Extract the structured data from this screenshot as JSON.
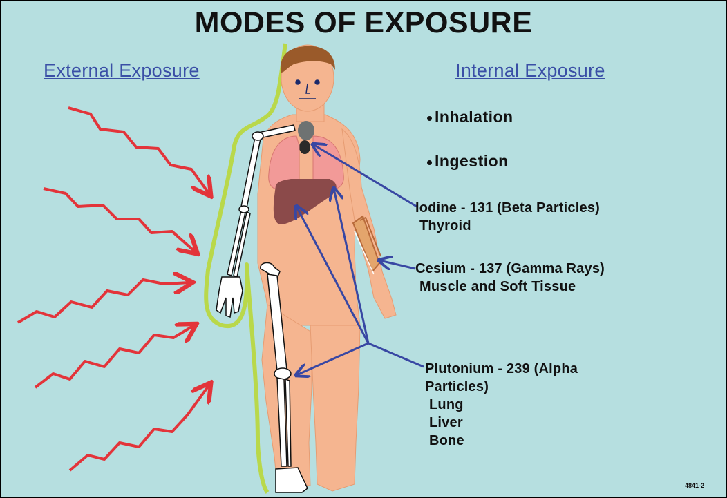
{
  "title": "MODES OF EXPOSURE",
  "external_heading": "External Exposure",
  "internal_heading": "Internal Exposure",
  "routes": [
    "Inhalation",
    "Ingestion"
  ],
  "isotopes": {
    "iodine": {
      "name": "Iodine - 131 (Beta Particles)",
      "targets": [
        "Thyroid"
      ]
    },
    "cesium": {
      "name": "Cesium - 137 (Gamma Rays)",
      "targets": [
        "Muscle and Soft Tissue"
      ]
    },
    "plutonium": {
      "line1": "Plutonium - 239 (Alpha",
      "line2": "Particles)",
      "targets": [
        "Lung",
        "Liver",
        "Bone"
      ]
    }
  },
  "figure_code": "4841-2",
  "colors": {
    "background": "#b6dfe0",
    "radiation_arrow": "#e3343a",
    "shield_line": "#b9d84a",
    "pointer_arrow": "#3847a3",
    "skin": "#f5b590",
    "lungs": "#f29a98",
    "liver": "#8b4a4a",
    "hair": "#9a5a2a",
    "heading_text": "#3a4fa6"
  }
}
